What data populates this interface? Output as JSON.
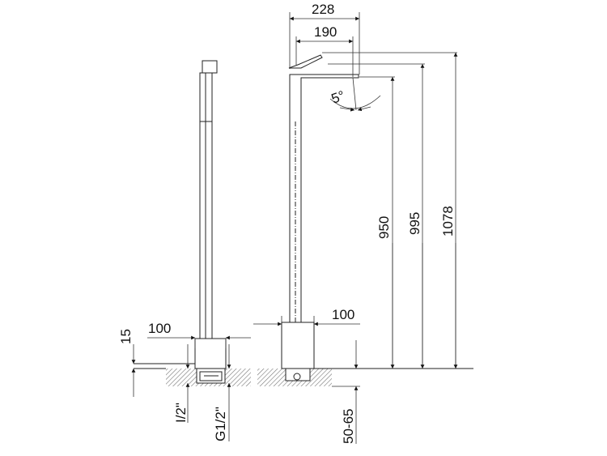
{
  "drawing": {
    "dimensions": {
      "spout_reach_total": "228",
      "spout_reach": "190",
      "angle": "5°",
      "height_outlet": "950",
      "height_spout": "995",
      "height_total": "1078",
      "base_width_left": "100",
      "base_width_right": "100",
      "base_height": "15",
      "inlet_left": "I/2\"",
      "inlet_right": "G1/2\"",
      "floor_depth": "50-65"
    }
  }
}
